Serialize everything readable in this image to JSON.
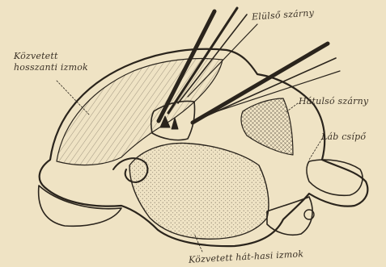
{
  "labels": {
    "forewing": "Elülső szárny",
    "indirect_longitudinal_line1": "Közvetett",
    "indirect_longitudinal_line2": "hosszanti izmok",
    "hindwing": "Hátulsó szárny",
    "leg_coxa": "Láb csípő",
    "indirect_dorsoventral": "Közvetett hát-hasi izmok"
  },
  "colors": {
    "paper": "#efe3c4",
    "ink": "#2a241c",
    "stipple": "#6b6152"
  }
}
